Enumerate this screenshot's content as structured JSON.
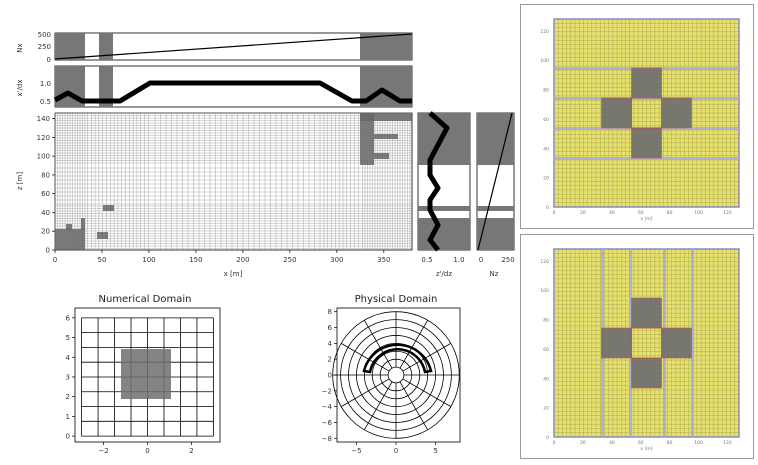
{
  "colors": {
    "shade": "#777777",
    "grid": "#8a8a8a",
    "ink": "#000000",
    "yellow": "#e6e06f",
    "cellLine": "#8f8a3e",
    "cross": "#707070",
    "band": "#a8a8e0",
    "highlight": "#c44"
  },
  "top_figure": {
    "nx_axis": {
      "label": "Nx",
      "yticks": [
        "0",
        "250",
        "500"
      ]
    },
    "dx_axis": {
      "label": "x'/dx",
      "yticks": [
        "0.5",
        "1.0"
      ]
    },
    "main": {
      "xlabel": "x [m]",
      "ylabel": "z [m]",
      "xticks": [
        "0",
        "50",
        "100",
        "150",
        "200",
        "250",
        "300",
        "350"
      ],
      "yticks": [
        "0",
        "20",
        "40",
        "60",
        "80",
        "100",
        "120",
        "140"
      ]
    },
    "dz_axis": {
      "label": "z'/dz",
      "xticks": [
        "0.5",
        "1.0"
      ]
    },
    "nz_axis": {
      "label": "Nz",
      "xticks": [
        "0",
        "250"
      ]
    }
  },
  "numerical_domain": {
    "title": "Numerical Domain",
    "xticks": [
      "−2",
      "0",
      "2"
    ],
    "yticks": [
      "0",
      "1",
      "2",
      "3",
      "4",
      "5",
      "6"
    ]
  },
  "physical_domain": {
    "title": "Physical Domain",
    "xticks": [
      "−5",
      "0",
      "5"
    ],
    "yticks": [
      "−8",
      "−6",
      "−4",
      "−2",
      "0",
      "2",
      "4",
      "6",
      "8"
    ]
  },
  "right_maps": {
    "yticks": [
      "0",
      "20",
      "40",
      "60",
      "80",
      "100",
      "120"
    ],
    "xticks": [
      "0",
      "20",
      "40",
      "60",
      "80",
      "100",
      "120"
    ],
    "xlabel": "x [m]"
  }
}
